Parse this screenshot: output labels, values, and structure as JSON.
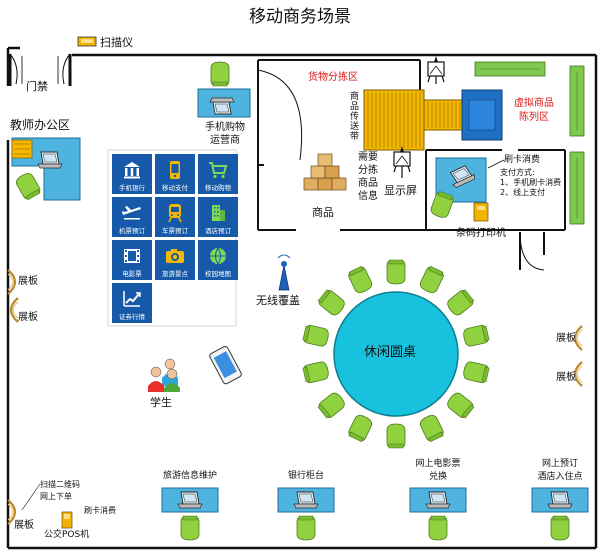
{
  "title": "移动商务场景",
  "labels": {
    "scanner": "扫描仪",
    "access_gate": "门禁",
    "teacher_office": "教师办公区",
    "mobile_operator_line1": "手机购物",
    "mobile_operator_line2": "运营商",
    "goods_sorting": "货物分拣区",
    "conveyor": "商品传送带",
    "virtual_goods_line1": "虚拟商品",
    "virtual_goods_line2": "陈列区",
    "need_sorting": [
      "需要",
      "分拣",
      "商品",
      "信息"
    ],
    "display_screen": "显示屏",
    "goods": "商品",
    "card_consume": "刷卡消费",
    "payment_methods": [
      "支付方式:",
      "1、手机刷卡消费",
      "2、线上支付"
    ],
    "barcode_printer": "条码打印机",
    "wireless": "无线覆盖",
    "round_table": "休闲圆桌",
    "student": "学生",
    "display_board": "展板",
    "scan_qr_line1": "扫描二维码",
    "scan_qr_line2": "网上下单",
    "pos_card": "刷卡消费",
    "pos_machine": "公交POS机"
  },
  "tiles": [
    {
      "label": "手机银行",
      "icon": "bank-icon"
    },
    {
      "label": "移动支付",
      "icon": "phone-pay-icon"
    },
    {
      "label": "移动购物",
      "icon": "shopping-cart-icon"
    },
    {
      "label": "机票预订",
      "icon": "airplane-icon"
    },
    {
      "label": "车票预订",
      "icon": "train-icon"
    },
    {
      "label": "酒店预订",
      "icon": "hotel-icon"
    },
    {
      "label": "电影票",
      "icon": "film-icon"
    },
    {
      "label": "旅游景点",
      "icon": "camera-icon"
    },
    {
      "label": "校园地图",
      "icon": "globe-icon"
    },
    {
      "label": "证券行情",
      "icon": "chart-up-icon"
    }
  ],
  "desks": [
    {
      "line1": "旅游信息维护",
      "line2": ""
    },
    {
      "line1": "银行柜台",
      "line2": ""
    },
    {
      "line1": "网上电影票",
      "line2": "兑换"
    },
    {
      "line1": "网上预订",
      "line2": "酒店入住点"
    }
  ],
  "colors": {
    "wall": "#111111",
    "tile_blue": "#1559a8",
    "desk_blue": "#4fb3e0",
    "table_cyan": "#18c2de",
    "chair_green": "#8fd13f",
    "conveyor_yellow": "#f5b800",
    "shelf_green": "#7ec850",
    "title_red": "#e01515"
  }
}
